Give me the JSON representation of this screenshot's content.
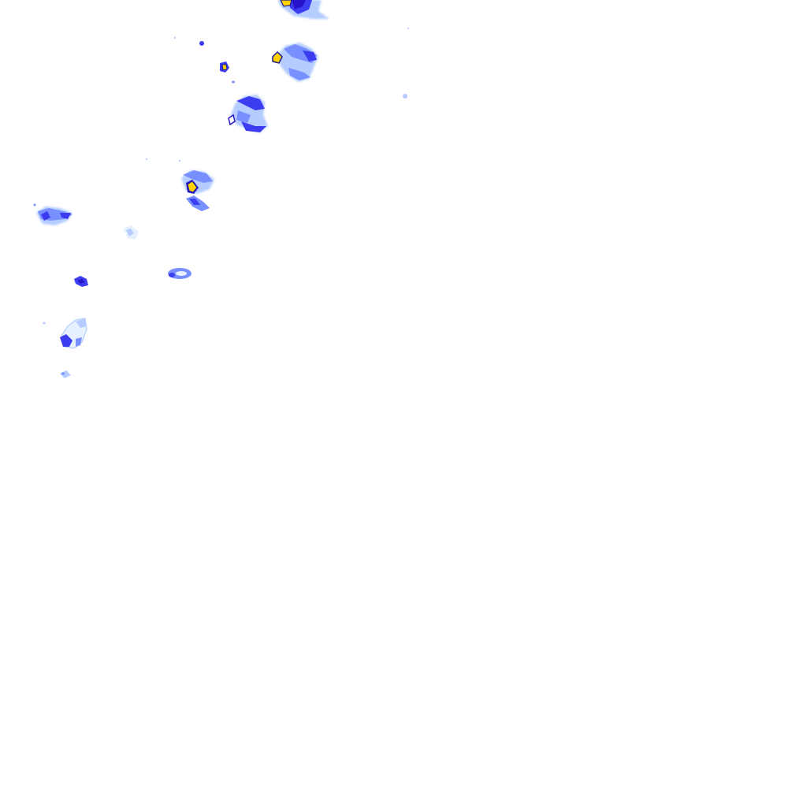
{
  "map": {
    "kind": "precipitation radar overlay tile",
    "palette": {
      "background": "#ffffff",
      "very_light": "#e6f0ff",
      "light": "#b4ccff",
      "medium": "#7890ff",
      "strong": "#3c3cf0",
      "heavy": "#2814c8",
      "core": "#ffd200",
      "core_outline": "#1e1e8c"
    },
    "intensity_levels": [
      "very_light",
      "light",
      "medium",
      "strong",
      "heavy",
      "core"
    ],
    "visible_text": []
  }
}
